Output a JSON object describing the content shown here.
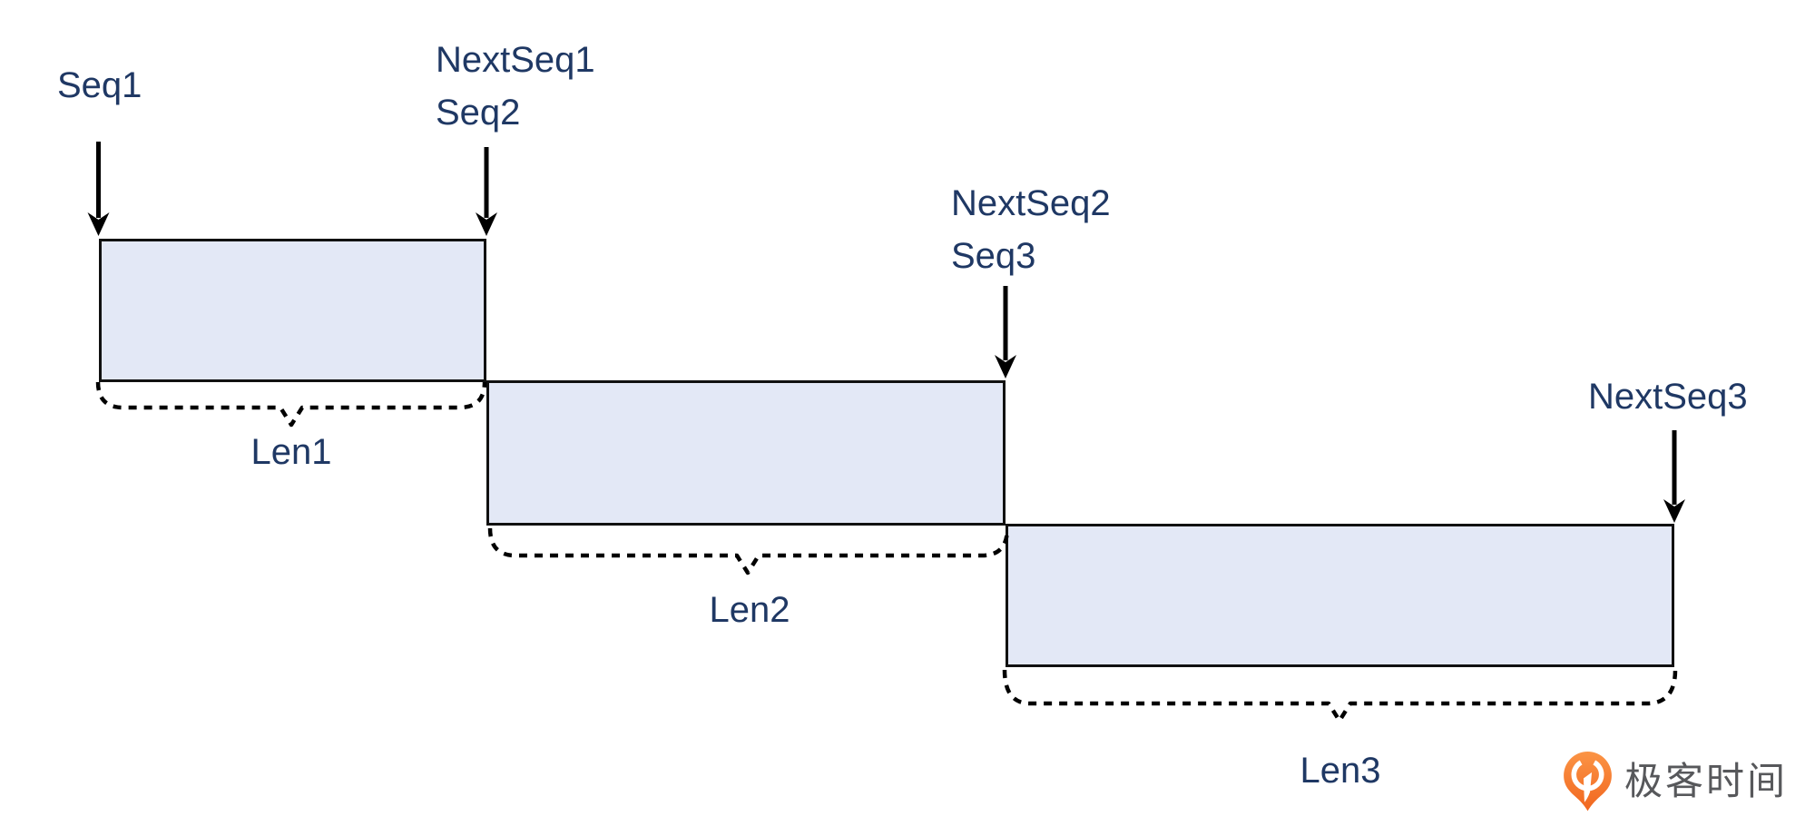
{
  "diagram": {
    "description": "Three consecutive byte segments; each NextSeq equals the following segment's Seq, segment sizes are Len1..Len3",
    "pointers": [
      {
        "lines": [
          "Seq1"
        ]
      },
      {
        "lines": [
          "NextSeq1",
          "Seq2"
        ]
      },
      {
        "lines": [
          "NextSeq2",
          "Seq3"
        ]
      },
      {
        "lines": [
          "NextSeq3"
        ]
      }
    ],
    "lengths": [
      "Len1",
      "Len2",
      "Len3"
    ]
  },
  "logo": {
    "text": "极客时间"
  },
  "colors": {
    "box_fill": "#e3e8f6",
    "box_border": "#111111",
    "label_text": "#1f3864",
    "line": "#000000",
    "logo_text": "#57585b",
    "logo_orange_light": "#fb9445",
    "logo_orange": "#f1661f"
  }
}
